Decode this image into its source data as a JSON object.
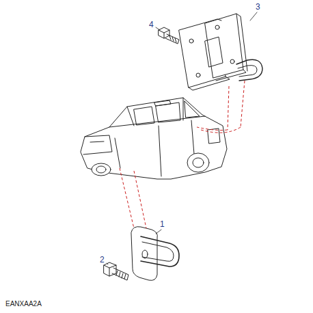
{
  "diagram": {
    "labels": [
      "3",
      "4",
      "1",
      "2",
      "EANXAA2A"
    ]
  }
}
